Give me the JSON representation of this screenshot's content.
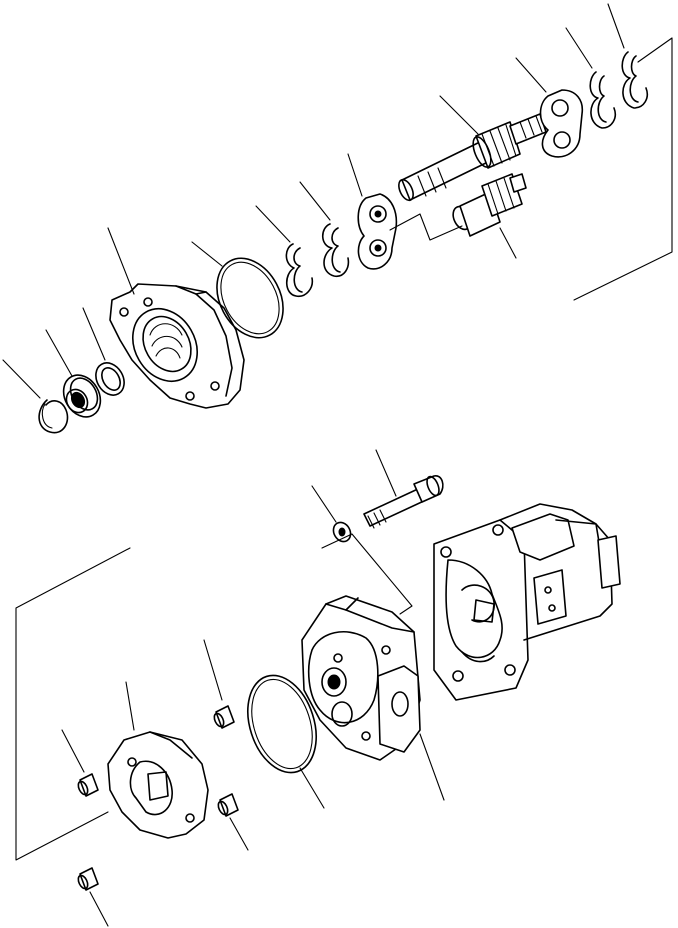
{
  "diagram": {
    "kind": "exploded parts view",
    "stroke_color": "#000000",
    "background_color": "#ffffff",
    "parts_top": [
      "snap-ring-outer",
      "bearing",
      "washer",
      "flange-cover",
      "o-ring",
      "snap-ring-mid-1",
      "snap-ring-mid-2",
      "bushing-plate-left",
      "drive-shaft-gear",
      "driven-gear",
      "bushing-plate-right",
      "snap-ring-right-1",
      "snap-ring-right-2"
    ],
    "parts_bottom": [
      "washer-small",
      "bolt",
      "pump-housing",
      "gear-case",
      "o-ring-large",
      "dowel-pin-1",
      "dowel-pin-2",
      "dowel-pin-3",
      "dowel-pin-4",
      "spacer-plate"
    ]
  }
}
